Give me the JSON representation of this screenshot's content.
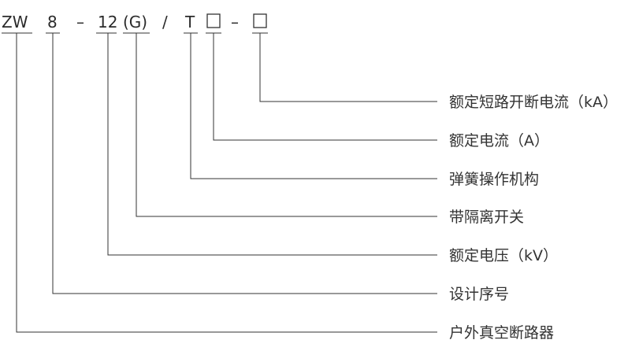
{
  "code_parts": [
    "ZW",
    "8",
    "–",
    "12",
    "(G)",
    "/",
    "T",
    "–"
  ],
  "descriptions": [
    "额定短路开断电流（kA）",
    "额定电流（A）",
    "弹簧操作机构",
    "带隔离开关",
    "额定电压（kV）",
    "设计序号",
    "户外真空断路器"
  ],
  "colors": {
    "line": "#333333",
    "text": "#333333"
  }
}
